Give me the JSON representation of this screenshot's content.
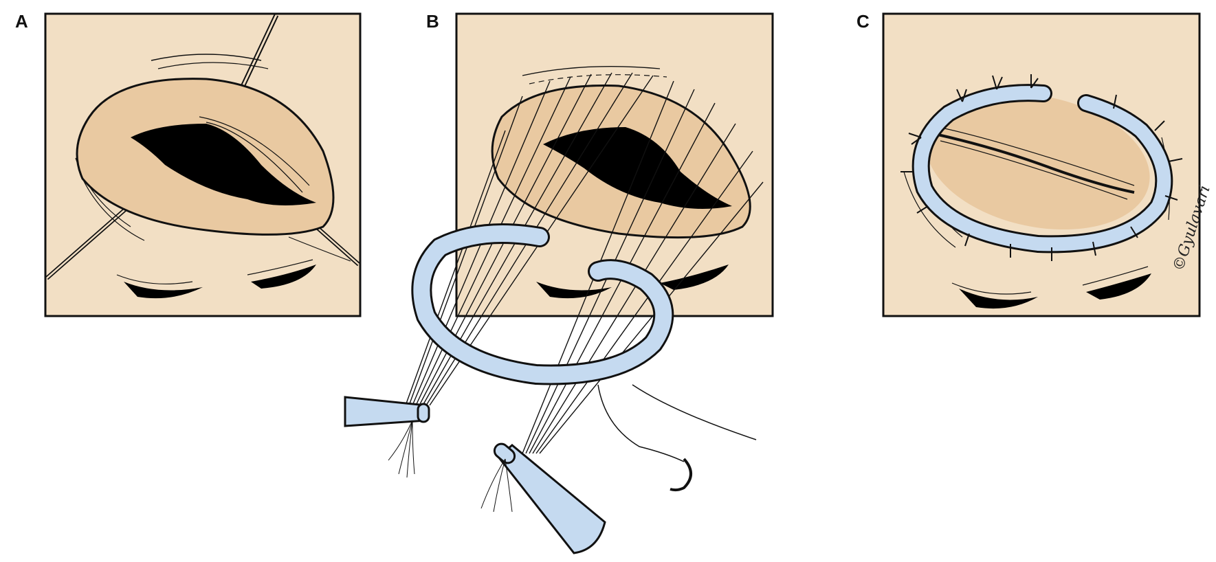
{
  "figure": {
    "panels": [
      {
        "label": "A"
      },
      {
        "label": "B"
      },
      {
        "label": "C"
      }
    ],
    "signature": "©Gyulavari"
  },
  "colors": {
    "background_panel": "#f2dfc4",
    "tissue": "#e9c9a1",
    "ring": "#c5daf0",
    "outline": "#111111",
    "opening": "#000000"
  }
}
